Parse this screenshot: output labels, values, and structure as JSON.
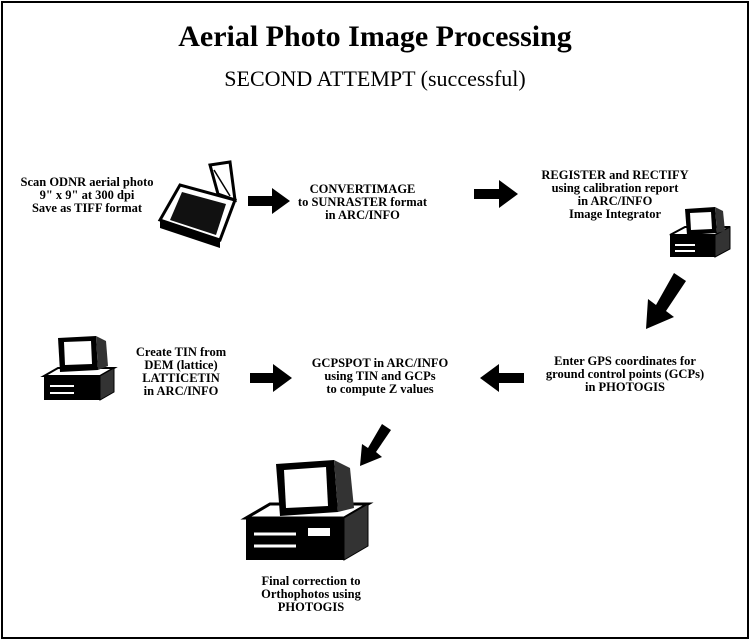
{
  "title": "Aerial Photo Image Processing",
  "subtitle": "SECOND ATTEMPT (successful)",
  "steps": {
    "scan": [
      "Scan ODNR aerial photo",
      "9\" x 9\" at 300 dpi",
      "Save as TIFF format"
    ],
    "convert": [
      "CONVERTIMAGE",
      "to SUNRASTER format",
      "in ARC/INFO"
    ],
    "register": [
      "REGISTER and RECTIFY",
      "using calibration report",
      "in ARC/INFO",
      "Image Integrator"
    ],
    "gps": [
      "Enter GPS coordinates for",
      "ground control points (GCPs)",
      "in PHOTOGIS"
    ],
    "gcpspot": [
      "GCPSPOT in ARC/INFO",
      "using TIN and GCPs",
      "to compute Z values"
    ],
    "tin": [
      "Create TIN from",
      "DEM (lattice)",
      "LATTICETIN",
      "in ARC/INFO"
    ],
    "final": [
      "Final correction to",
      "Orthophotos using",
      "PHOTOGIS"
    ]
  },
  "icons": {
    "scanner": "scanner-icon",
    "computer": "computer-icon",
    "arrow": "arrow-icon"
  }
}
